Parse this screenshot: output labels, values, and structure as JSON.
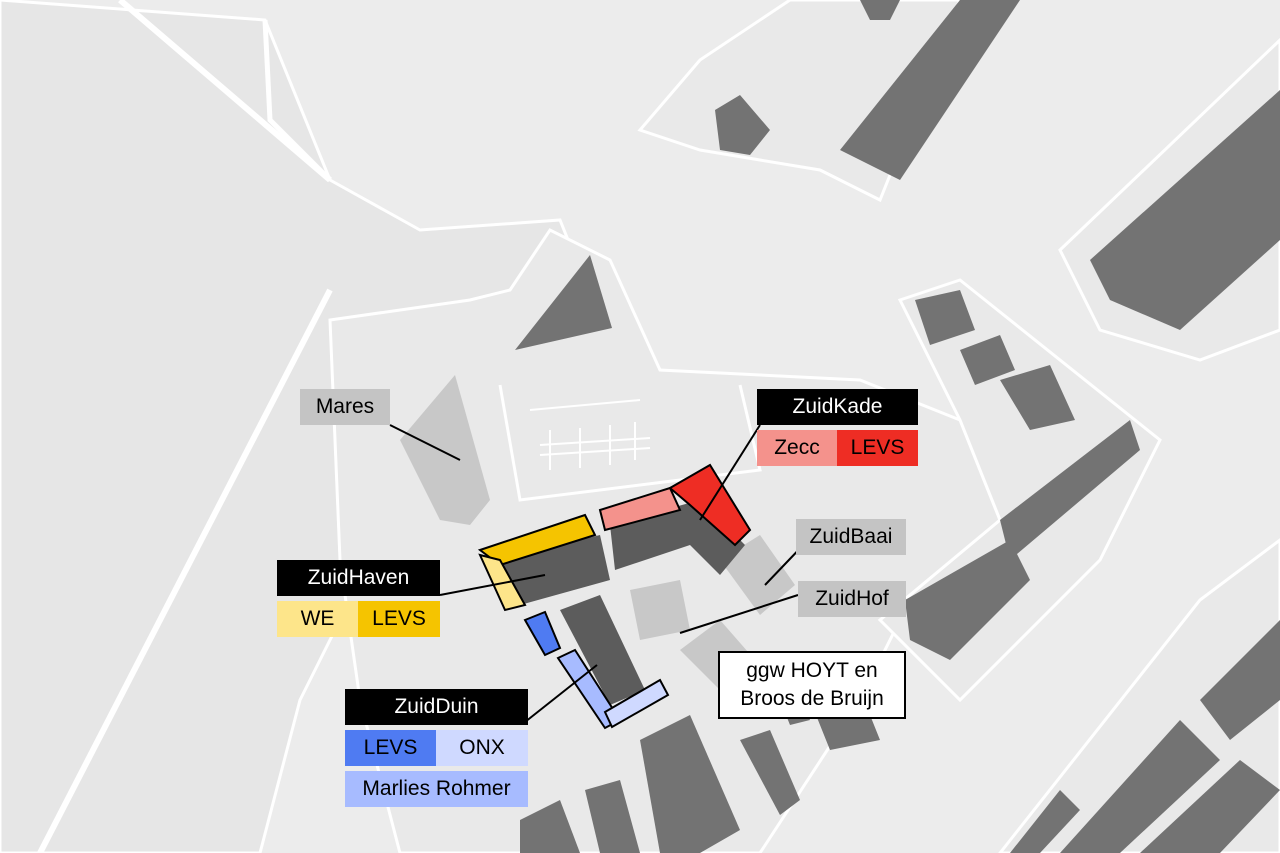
{
  "colors": {
    "water": "#ececec",
    "land": "#e4e4e4",
    "street": "#f6f6f6",
    "building": "#737373",
    "project_building": "#5c5c5c",
    "context_building": "#c8c8c8",
    "label_dark": "#000000",
    "zuidkade_light": "#f4928c",
    "zuidkade_red": "#ee2d24",
    "zuidhaven_light": "#fde58a",
    "zuidhaven_yellow": "#f5c400",
    "zuidduin_blue": "#4f7bf2",
    "zuidduin_light": "#cfd9ff",
    "zuidduin_mid": "#a7bbff",
    "grey_label": "#c4c4c4"
  },
  "labels": {
    "mares": "Mares",
    "zuidkade": {
      "title": "ZuidKade",
      "parts": [
        "Zecc",
        "LEVS"
      ]
    },
    "zuidhaven": {
      "title": "ZuidHaven",
      "parts": [
        "WE",
        "LEVS"
      ]
    },
    "zuidduin": {
      "title": "ZuidDuin",
      "parts": [
        "LEVS",
        "ONX"
      ],
      "footer": "Marlies Rohmer"
    },
    "zuidbaai": "ZuidBaai",
    "zuidhof": "ZuidHof",
    "ggw": {
      "line1": "ggw HOYT en",
      "line2": "Broos de Bruijn"
    }
  }
}
